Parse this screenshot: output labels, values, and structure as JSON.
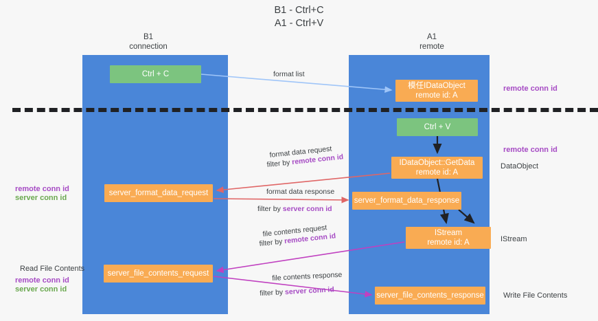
{
  "title": "B1 - Ctrl+C\nA1 - Ctrl+V",
  "columns": {
    "left": {
      "header": "B1\nconnection"
    },
    "right": {
      "header": "A1\nremote"
    }
  },
  "nodes": {
    "ctrl_c": {
      "label": "Ctrl + C",
      "color": "#7cc47f"
    },
    "idataobject": {
      "label": "模任IDataObject\nremote id: A",
      "color": "#f9ab53"
    },
    "ctrl_v": {
      "label": "Ctrl + V",
      "color": "#7cc47f"
    },
    "getdata": {
      "label": "IDataObject::GetData\nremote id: A",
      "color": "#f9ab53"
    },
    "server_format_data_request": {
      "label": "server_format_data_request",
      "color": "#f9ab53"
    },
    "server_format_data_response": {
      "label": "server_format_data_response",
      "color": "#f9ab53"
    },
    "istream": {
      "label": "IStream\nremote id: A",
      "color": "#f9ab53"
    },
    "server_file_contents_request": {
      "label": "server_file_contents_request",
      "color": "#f9ab53"
    },
    "server_file_contents_response": {
      "label": "server_file_contents_response",
      "color": "#f9ab53"
    }
  },
  "edges": {
    "format_list": {
      "label": "format list"
    },
    "format_data_request": {
      "label": "format data request",
      "filter_prefix": "filter by ",
      "filter_id": "remote conn id"
    },
    "format_data_response": {
      "label": "format data response",
      "filter_prefix": "filter by ",
      "filter_id": "server conn id"
    },
    "file_contents_request": {
      "label": "file contents request",
      "filter_prefix": "filter by ",
      "filter_id": "remote conn id"
    },
    "file_contents_response": {
      "label": "file contents response",
      "filter_prefix": "filter by ",
      "filter_id": "server conn id"
    }
  },
  "side_labels": {
    "right_remote_top": "remote conn id",
    "right_remote_mid": "remote conn id",
    "right_dataobject": "DataObject",
    "right_istream": "IStream",
    "right_write_file": "Write File Contents",
    "left_remote_conn": "remote conn id",
    "left_server_conn": "server conn id",
    "left_read_file": "Read File Contents",
    "left_remote_conn2": "remote conn id",
    "left_server_conn2": "server conn id"
  },
  "colors": {
    "lane": "#4a86d8",
    "green_node": "#7cc47f",
    "orange_node": "#f9ab53",
    "purple_text": "#a64bc4",
    "green_text": "#6aa84f",
    "divider": "#202124",
    "arrow_blue": "#9fc5f8",
    "arrow_red": "#e06666",
    "arrow_magenta": "#c040c0",
    "arrow_black": "#202124",
    "background": "#f7f7f7"
  }
}
